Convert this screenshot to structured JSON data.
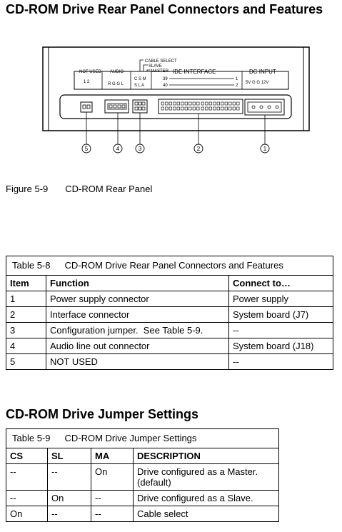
{
  "heading1": "CD-ROM Drive Rear Panel Connectors and Features",
  "figure": {
    "labels": {
      "cable_select": "CABLE SELECT",
      "slave": "SLAVE",
      "master": "MASTER",
      "not_used": "NOT USED",
      "not_used_pins": "1  2",
      "audio": "AUDIO",
      "audio_pins": "R G G L",
      "jumper_top": "C S M",
      "jumper_bottom": "S L A",
      "ide_interface": "IDE INTERFACE",
      "ide_pin39": "39",
      "ide_pin1": "1",
      "ide_pin40": "40",
      "ide_pin2": "2",
      "dc_input": "DC INPUT",
      "dc_pins": "5V   G   G   12V"
    },
    "callouts": [
      "5",
      "4",
      "3",
      "2",
      "1"
    ],
    "caption_num": "Figure 5-9",
    "caption_text": "CD-ROM Rear Panel"
  },
  "table58": {
    "title_num": "Table 5-8",
    "title_text": "CD-ROM Drive Rear Panel Connectors and Features",
    "headers": [
      "Item",
      "Function",
      "Connect to…"
    ],
    "rows": [
      [
        "1",
        "Power supply connector",
        "Power supply"
      ],
      [
        "2",
        "Interface connector",
        "System board (J7)"
      ],
      [
        "3",
        "Configuration jumper.  See Table 5-9.",
        "--"
      ],
      [
        "4",
        "Audio line out connector",
        "System board (J18)"
      ],
      [
        "5",
        "NOT USED",
        "--"
      ]
    ]
  },
  "heading2": "CD-ROM Drive Jumper Settings",
  "table59": {
    "title_num": "Table 5-9",
    "title_text": "CD-ROM Drive Jumper Settings",
    "headers": [
      "CS",
      "SL",
      "MA",
      "DESCRIPTION"
    ],
    "rows": [
      [
        "--",
        "--",
        "On",
        "Drive configured as a Master. (default)"
      ],
      [
        "--",
        "On",
        "--",
        "Drive configured as a Slave."
      ],
      [
        "On",
        "--",
        "--",
        "Cable select"
      ]
    ]
  }
}
